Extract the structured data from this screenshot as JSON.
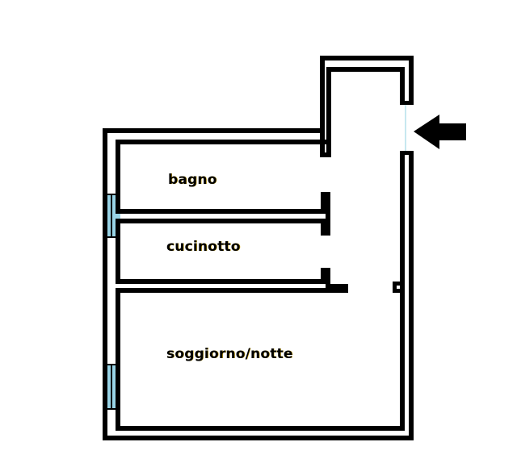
{
  "floorplan": {
    "rooms": [
      {
        "id": "bagno",
        "label": "bagno"
      },
      {
        "id": "cucinotto",
        "label": "cucinotto"
      },
      {
        "id": "soggiorno",
        "label": "soggiorno/notte"
      }
    ],
    "entrance_arrow": "arrow-left-icon",
    "colors": {
      "wall": "#000000",
      "window": "#99d4e6",
      "door_line": "#8fd0e0",
      "background": "#ffffff"
    }
  }
}
